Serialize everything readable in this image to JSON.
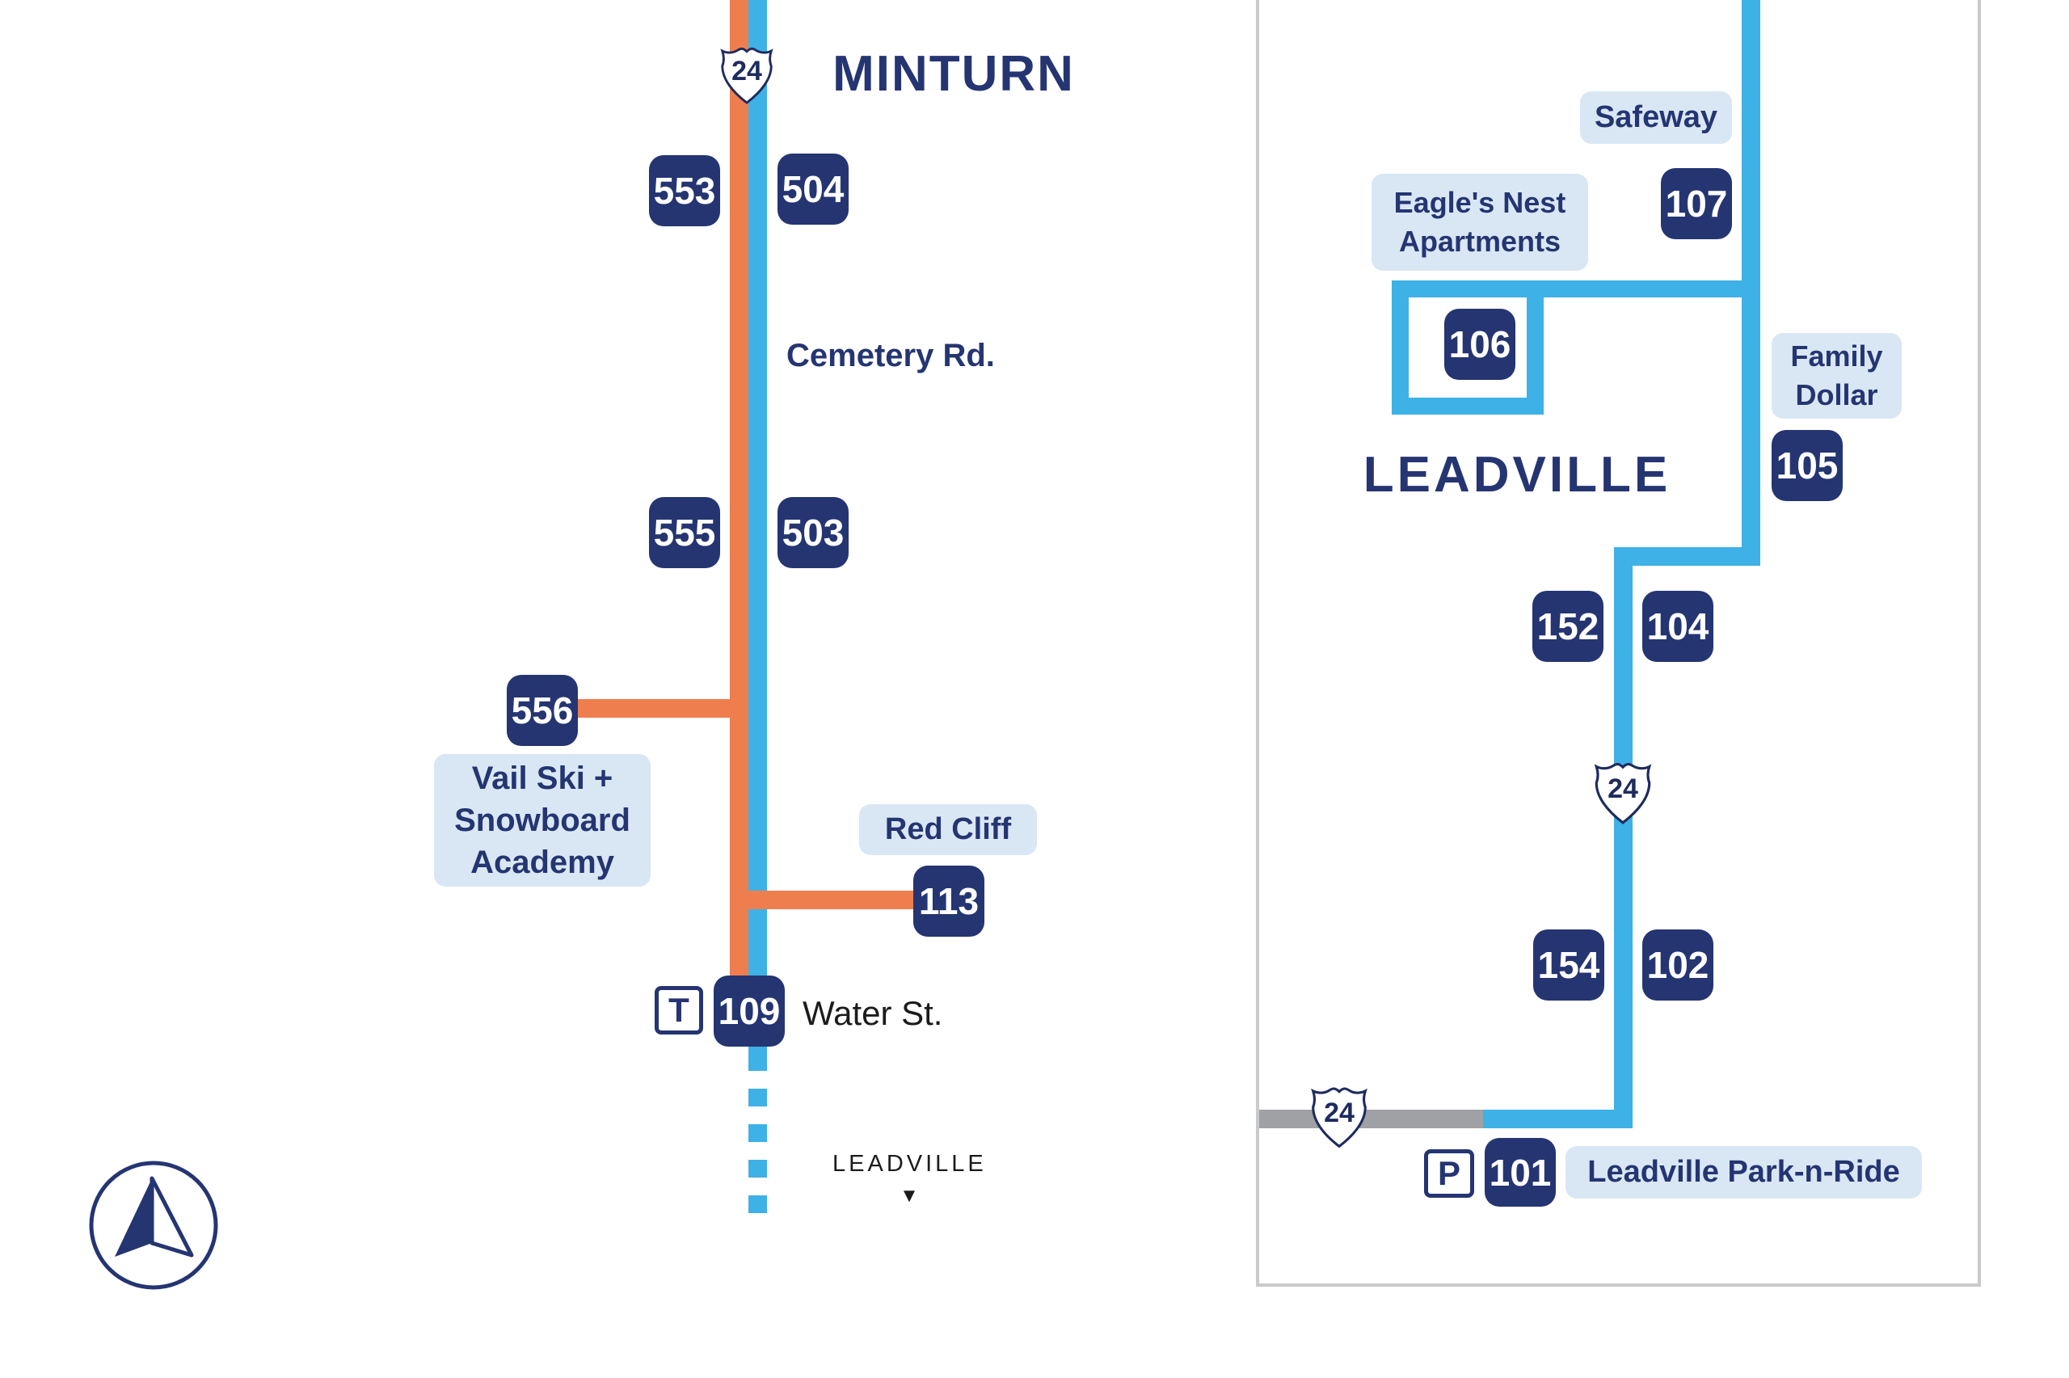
{
  "colors": {
    "route_orange": "#ef7e4e",
    "route_blue": "#3eb1e6",
    "navy": "#253572",
    "label_background": "#d9e7f4",
    "road_gray": "#9fa1a4",
    "panel_border": "#c9cacb",
    "text_black": "#1b1b1b"
  },
  "minturn": {
    "title": "MINTURN",
    "shield_top": "24",
    "stop_553": "553",
    "stop_504": "504",
    "stop_555": "555",
    "stop_503": "503",
    "stop_556": "556",
    "stop_113": "113",
    "stop_109": "109",
    "cemetery_rd": "Cemetery Rd.",
    "vail_label": {
      "line1": "Vail Ski +",
      "line2": "Snowboard",
      "line3": "Academy"
    },
    "red_cliff": "Red Cliff",
    "water_st": "Water St.",
    "transit_icon": "T",
    "leadville_dest": "LEADVILLE",
    "dest_arrow": "▼"
  },
  "leadville": {
    "title": "LEADVILLE",
    "shield_mid": "24",
    "shield_bottom": "24",
    "stop_107": "107",
    "stop_106": "106",
    "stop_105": "105",
    "stop_152": "152",
    "stop_104": "104",
    "stop_154": "154",
    "stop_102": "102",
    "stop_101": "101",
    "safeway": "Safeway",
    "eagles_nest": {
      "line1": "Eagle's Nest",
      "line2": "Apartments"
    },
    "family_dollar": {
      "line1": "Family",
      "line2": "Dollar"
    },
    "park_n_ride": "Leadville Park-n-Ride",
    "parking_icon": "P"
  }
}
